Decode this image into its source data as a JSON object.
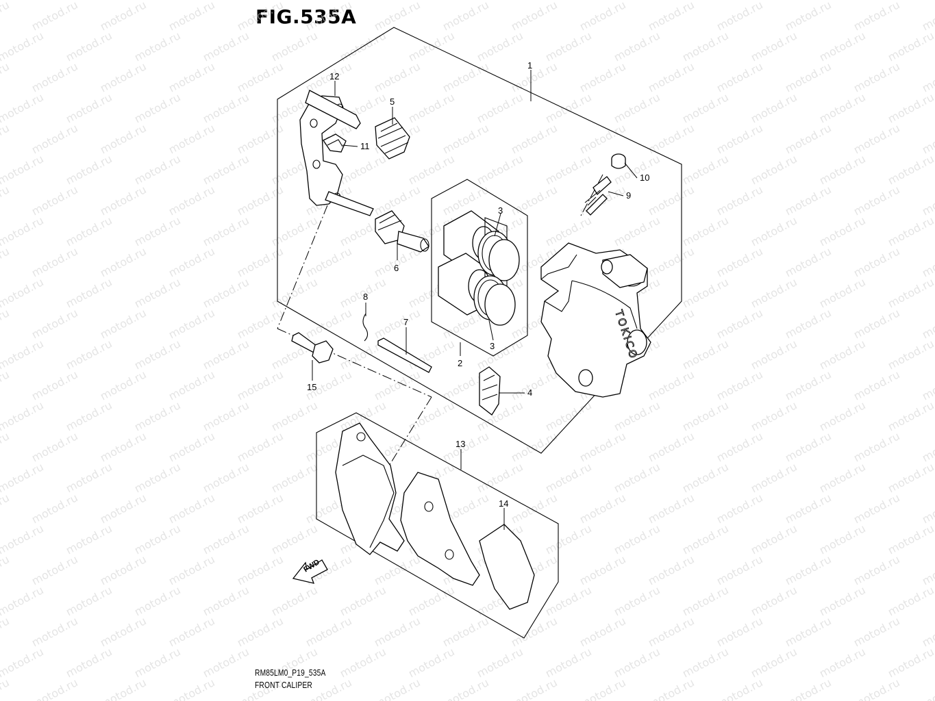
{
  "figure": {
    "title": "FIG.535A",
    "code": "RM85LM0_P19_535A",
    "caption": "FRONT CALIPER"
  },
  "watermark": "motod.ru",
  "caliper_brand": "TOKICO",
  "direction_label": "FWD",
  "callouts": [
    {
      "id": "c1",
      "label": "1"
    },
    {
      "id": "c2",
      "label": "2"
    },
    {
      "id": "c3a",
      "label": "3"
    },
    {
      "id": "c3b",
      "label": "3"
    },
    {
      "id": "c4",
      "label": "4"
    },
    {
      "id": "c5",
      "label": "5"
    },
    {
      "id": "c6",
      "label": "6"
    },
    {
      "id": "c7",
      "label": "7"
    },
    {
      "id": "c8",
      "label": "8"
    },
    {
      "id": "c9",
      "label": "9"
    },
    {
      "id": "c10",
      "label": "10"
    },
    {
      "id": "c11",
      "label": "11"
    },
    {
      "id": "c12",
      "label": "12"
    },
    {
      "id": "c13",
      "label": "13"
    },
    {
      "id": "c14",
      "label": "14"
    },
    {
      "id": "c15",
      "label": "15"
    }
  ]
}
